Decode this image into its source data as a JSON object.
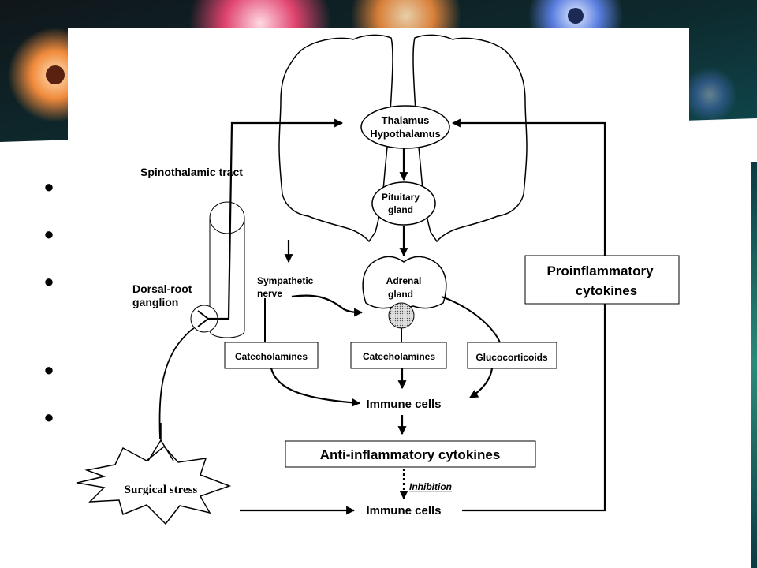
{
  "slide": {
    "bullet_count": 5,
    "colors": {
      "banner_dark": "#10161a",
      "banner_teal": "#0f4f55",
      "flower_pink": "#e0436e",
      "flower_orange": "#f08a3c",
      "flower_blue": "#5a7ee0"
    }
  },
  "diagram": {
    "thalamus_line1": "Thalamus",
    "thalamus_line2": "Hypothalamus",
    "pituitary_line1": "Pituitary",
    "pituitary_line2": "gland",
    "adrenal_line1": "Adrenal",
    "adrenal_line2": "gland",
    "spinothalamic": "Spinothalamic tract",
    "dorsal_root_line1": "Dorsal-root",
    "dorsal_root_line2": "ganglion",
    "sympathetic_line1": "Sympathetic",
    "sympathetic_line2": "nerve",
    "catecholamines_left": "Catecholamines",
    "catecholamines_center": "Catecholamines",
    "glucocorticoids": "Glucocorticoids",
    "immune_cells_top": "Immune cells",
    "anti_inflammatory": "Anti-inflammatory cytokines",
    "inhibition": "Inhibition",
    "surgical_stress": "Surgical stress",
    "immune_cells_bottom": "Immune cells",
    "proinflammatory_line1": "Proinflammatory",
    "proinflammatory_line2": "cytokines"
  }
}
